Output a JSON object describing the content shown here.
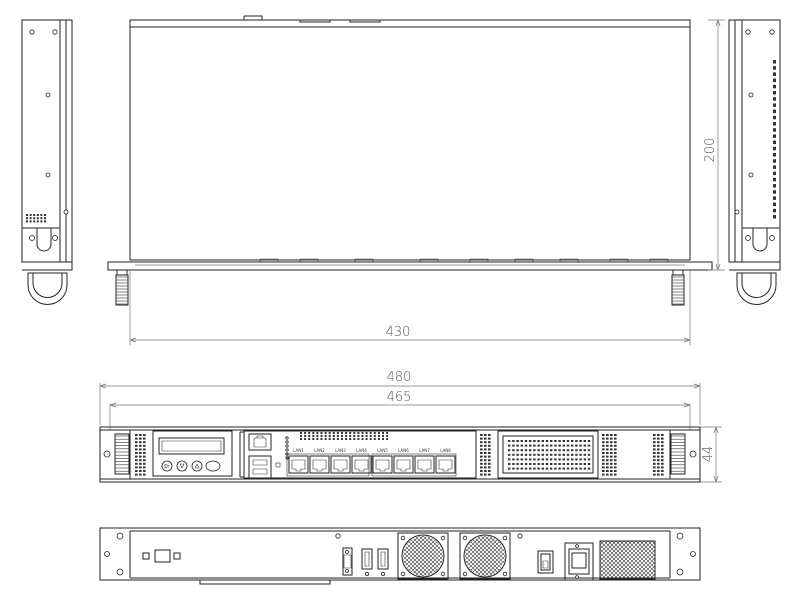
{
  "dimensions": {
    "depth": "200",
    "width_body": "430",
    "width_overall": "480",
    "width_rails": "465",
    "height": "44"
  },
  "port_labels": [
    "LAN1",
    "LAN2",
    "LAN3",
    "LAN4",
    "LAN5",
    "LAN6",
    "LAN7",
    "LAN8"
  ],
  "icons": [
    "rj45-port-icon",
    "usb-port-icon",
    "fan-grille-icon",
    "power-switch-icon",
    "power-inlet-icon"
  ]
}
